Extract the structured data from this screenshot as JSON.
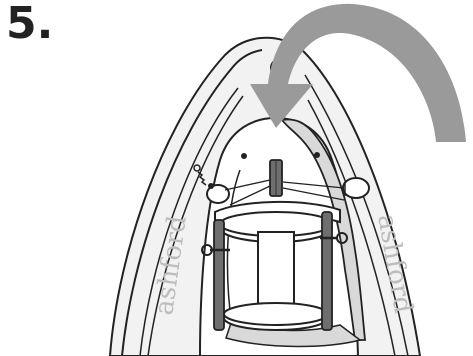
{
  "step": {
    "number": "5."
  },
  "branding": {
    "left_wordmark": "ashford",
    "right_wordmark": "ashford"
  },
  "arrow": {
    "direction": "down-curved",
    "color": "#9a9a9a"
  },
  "colors": {
    "line": "#222222",
    "frame_fill": "#f2f2f2",
    "shadow_fill": "#d9d9d9",
    "rod_fill": "#6e6e6e",
    "arrow_fill": "#9a9a9a",
    "wordmark": "#bdbdbd"
  }
}
